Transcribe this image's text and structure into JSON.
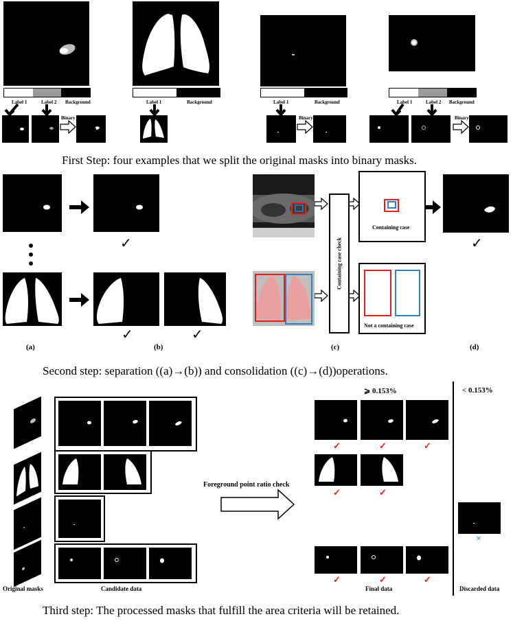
{
  "step1": {
    "caption": "First Step: four examples that we split the original masks into binary masks.",
    "label1": "Label 1",
    "label2": "Label 2",
    "background": "Background",
    "binary": "Binary"
  },
  "step2": {
    "caption": "Second step: separation ((a)→(b)) and consolidation ((c)→(d))operations.",
    "panel_a": "(a)",
    "panel_b": "(b)",
    "panel_c": "(c)",
    "panel_d": "(d)",
    "containing_case_check": "Containing case check",
    "containing_case": "Containing case",
    "not_containing_case": "Not a containing case",
    "check_mark": "✓"
  },
  "step3": {
    "caption": "Third step: The processed masks that fulfill the area criteria will be retained.",
    "ratio_check": "Foreground point ratio check",
    "above_threshold": "⩾ 0.153%",
    "below_threshold": "< 0.153%",
    "original_masks": "Original masks",
    "candidate_data": "Candidate data",
    "final_data": "Final data",
    "discarded_data": "Discarded data",
    "check_mark": "✓",
    "cross_mark": "×"
  },
  "colors": {
    "red_box": "#e0201b",
    "blue_box": "#2f7fc1",
    "cross": "#3aa0d8"
  }
}
